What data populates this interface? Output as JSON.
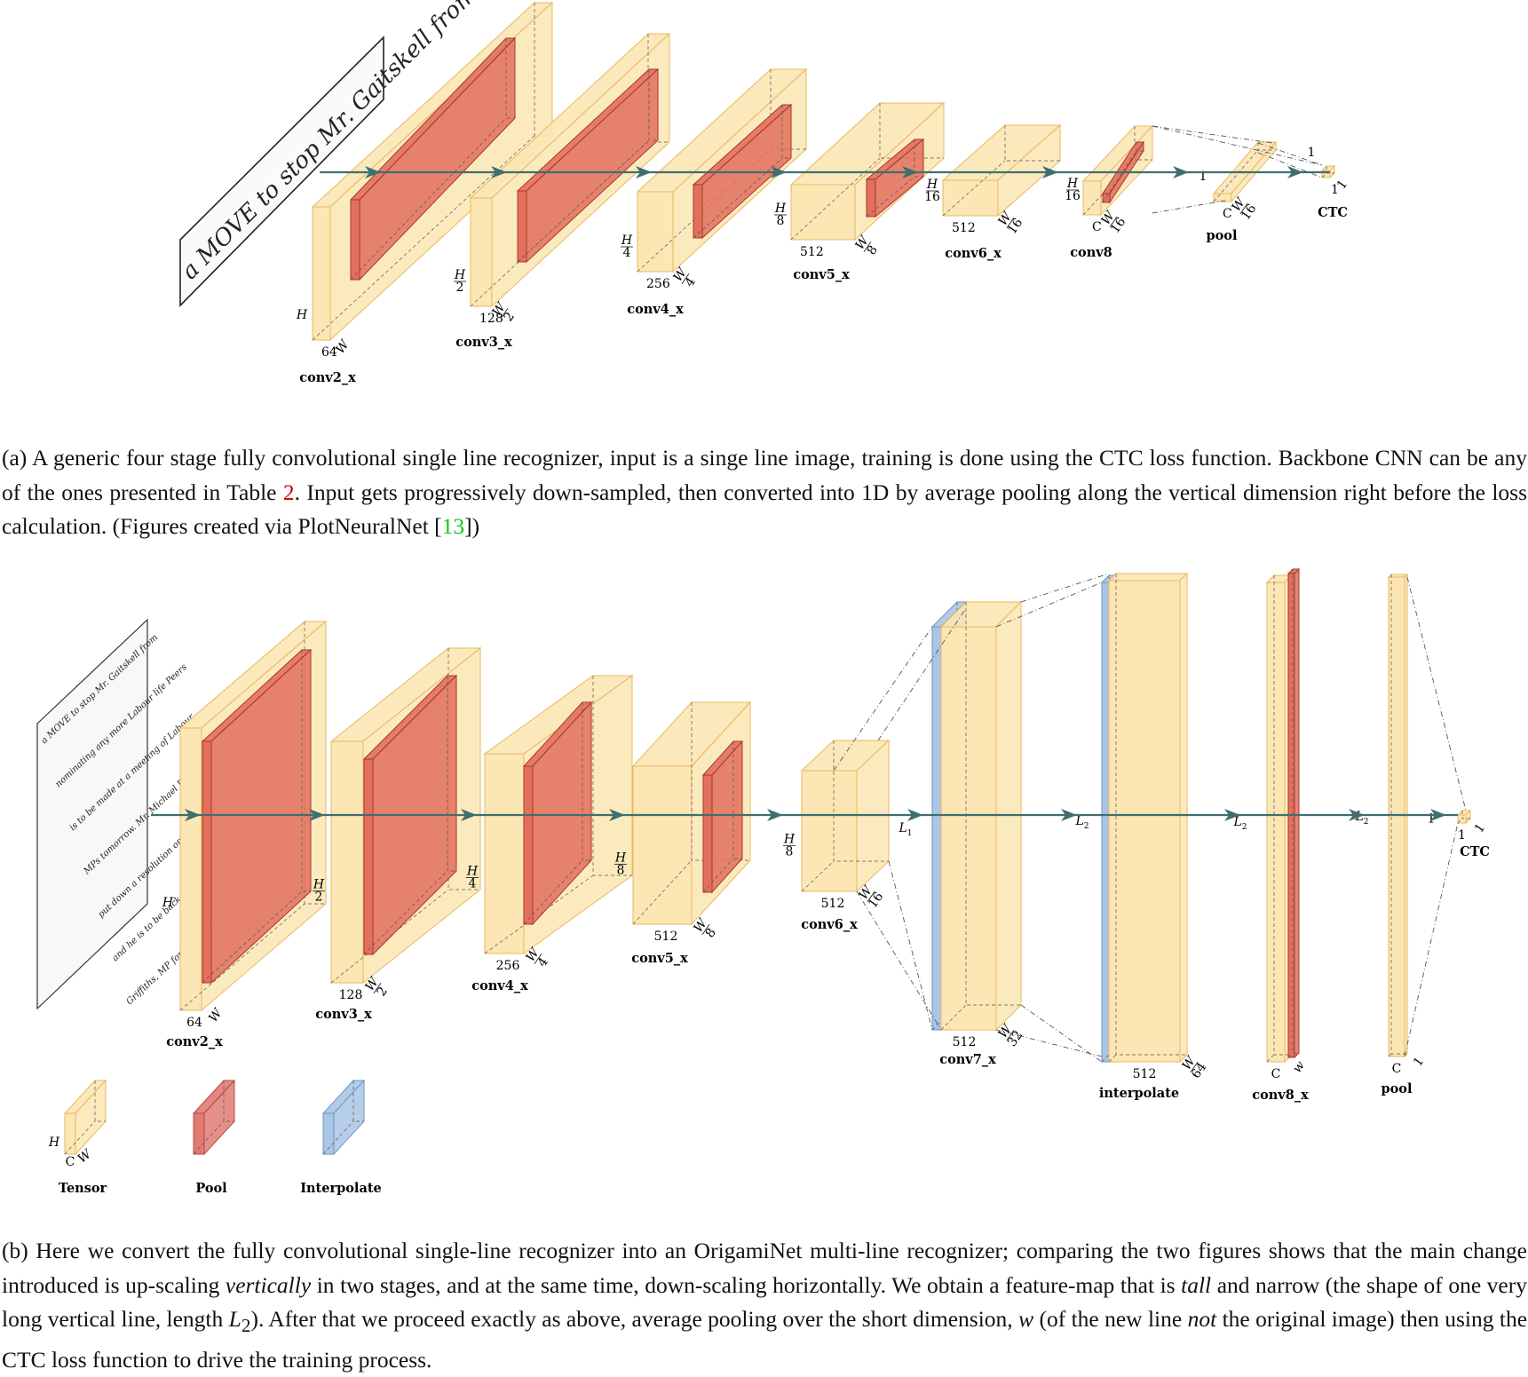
{
  "diagram_a": {
    "input_text": "a MOVE to stop Mr. Gaitskell from",
    "layers": [
      {
        "id": "conv2_x",
        "label": "conv2_x",
        "channels": "64",
        "height": "H",
        "width": "W"
      },
      {
        "id": "conv3_x",
        "label": "conv3_x",
        "channels": "128",
        "height": "H/2",
        "width": "W/2"
      },
      {
        "id": "conv4_x",
        "label": "conv4_x",
        "channels": "256",
        "height": "H/4",
        "width": "W/4"
      },
      {
        "id": "conv5_x",
        "label": "conv5_x",
        "channels": "512",
        "height": "H/8",
        "width": "W/8"
      },
      {
        "id": "conv6_x",
        "label": "conv6_x",
        "channels": "512",
        "height": "H/16",
        "width": "W/16"
      },
      {
        "id": "conv8",
        "label": "conv8",
        "channels": "C",
        "height": "H/16",
        "width": "W/16"
      },
      {
        "id": "pool",
        "label": "pool",
        "channels": "C",
        "height": "1",
        "width": "W/16"
      },
      {
        "id": "ctc",
        "label": "CTC",
        "channels": "1",
        "height": "1",
        "width": "1"
      }
    ]
  },
  "diagram_b": {
    "input_lines": [
      "a MOVE to stop Mr. Gaitskell from",
      "nominating any more Labour life Peers",
      "is to be made at a meeting of Labour",
      "MPs tomorrow. Mr. Michael Foot has",
      "put down a resolution on the subject",
      "and he is to be backed by Mr. Will",
      "Griffiths, MP for Manchester Exchange."
    ],
    "layers": [
      {
        "id": "conv2_x",
        "label": "conv2_x",
        "channels": "64",
        "height": "H",
        "width": "W"
      },
      {
        "id": "conv3_x",
        "label": "conv3_x",
        "channels": "128",
        "height": "H/2",
        "width": "W/2"
      },
      {
        "id": "conv4_x",
        "label": "conv4_x",
        "channels": "256",
        "height": "H/4",
        "width": "W/4"
      },
      {
        "id": "conv5_x",
        "label": "conv5_x",
        "channels": "512",
        "height": "H/8",
        "width": "W/8"
      },
      {
        "id": "conv6_x",
        "label": "conv6_x",
        "channels": "512",
        "height": "H/8",
        "width": "W/16"
      },
      {
        "id": "conv7_x",
        "label": "conv7_x",
        "channels": "512",
        "height": "L1",
        "width": "W/32"
      },
      {
        "id": "interpolate",
        "label": "interpolate",
        "channels": "512",
        "height": "L2",
        "width": "W/64"
      },
      {
        "id": "conv8_x",
        "label": "conv8_x",
        "channels": "C",
        "height": "L2",
        "width": "w"
      },
      {
        "id": "pool",
        "label": "pool",
        "channels": "C",
        "height": "L2",
        "width": "1"
      },
      {
        "id": "ctc",
        "label": "CTC",
        "channels": "1",
        "height": "1",
        "width": "1"
      }
    ],
    "legend": [
      {
        "label": "Tensor",
        "color": "#fbe6b4",
        "edge": "#e8b860",
        "axes": [
          "H",
          "C",
          "W"
        ]
      },
      {
        "label": "Pool",
        "color": "#e07b74",
        "edge": "#b84a44",
        "axes": []
      },
      {
        "label": "Interpolate",
        "color": "#aac6e4",
        "edge": "#6f95c0",
        "axes": []
      }
    ]
  },
  "colors": {
    "tensor": "#fbe6b4",
    "tensor_edge": "#e8b860",
    "pool": "#e2705c",
    "pool_edge": "#a8372a",
    "interp": "#aac6e4",
    "arrow": "#3f6f6f"
  },
  "captions": {
    "a": {
      "part1": "(a) A generic four stage fully convolutional single line recognizer, input is a singe line image, training is done using the CTC loss function. Backbone CNN can be any of the ones presented in Table ",
      "table_ref": "2",
      "part2": ". Input gets progressively down-sampled, then converted into 1D by average pooling along the vertical dimension right before the loss calculation. (Figures created via PlotNeuralNet [",
      "cite_ref": "13",
      "part3": "])"
    },
    "b": {
      "part1": "(b) Here we convert the fully convolutional single-line recognizer into an OrigamiNet multi-line recognizer; comparing the two figures shows that the main change introduced is up-scaling ",
      "em1": "vertically",
      "part2": " in two stages, and at the same time, down-scaling horizontally. We obtain a feature-map that is ",
      "em2": "tall",
      "part3": " and narrow (the shape of one very long vertical line, length ",
      "math1": "L",
      "math1_sub": "2",
      "part4": "). After that we proceed exactly as above, average pooling over the short dimension, ",
      "math2": "w",
      "part5": " (of the new line ",
      "em3": "not",
      "part6": " the original image) then using the CTC loss function to drive the training process."
    }
  }
}
